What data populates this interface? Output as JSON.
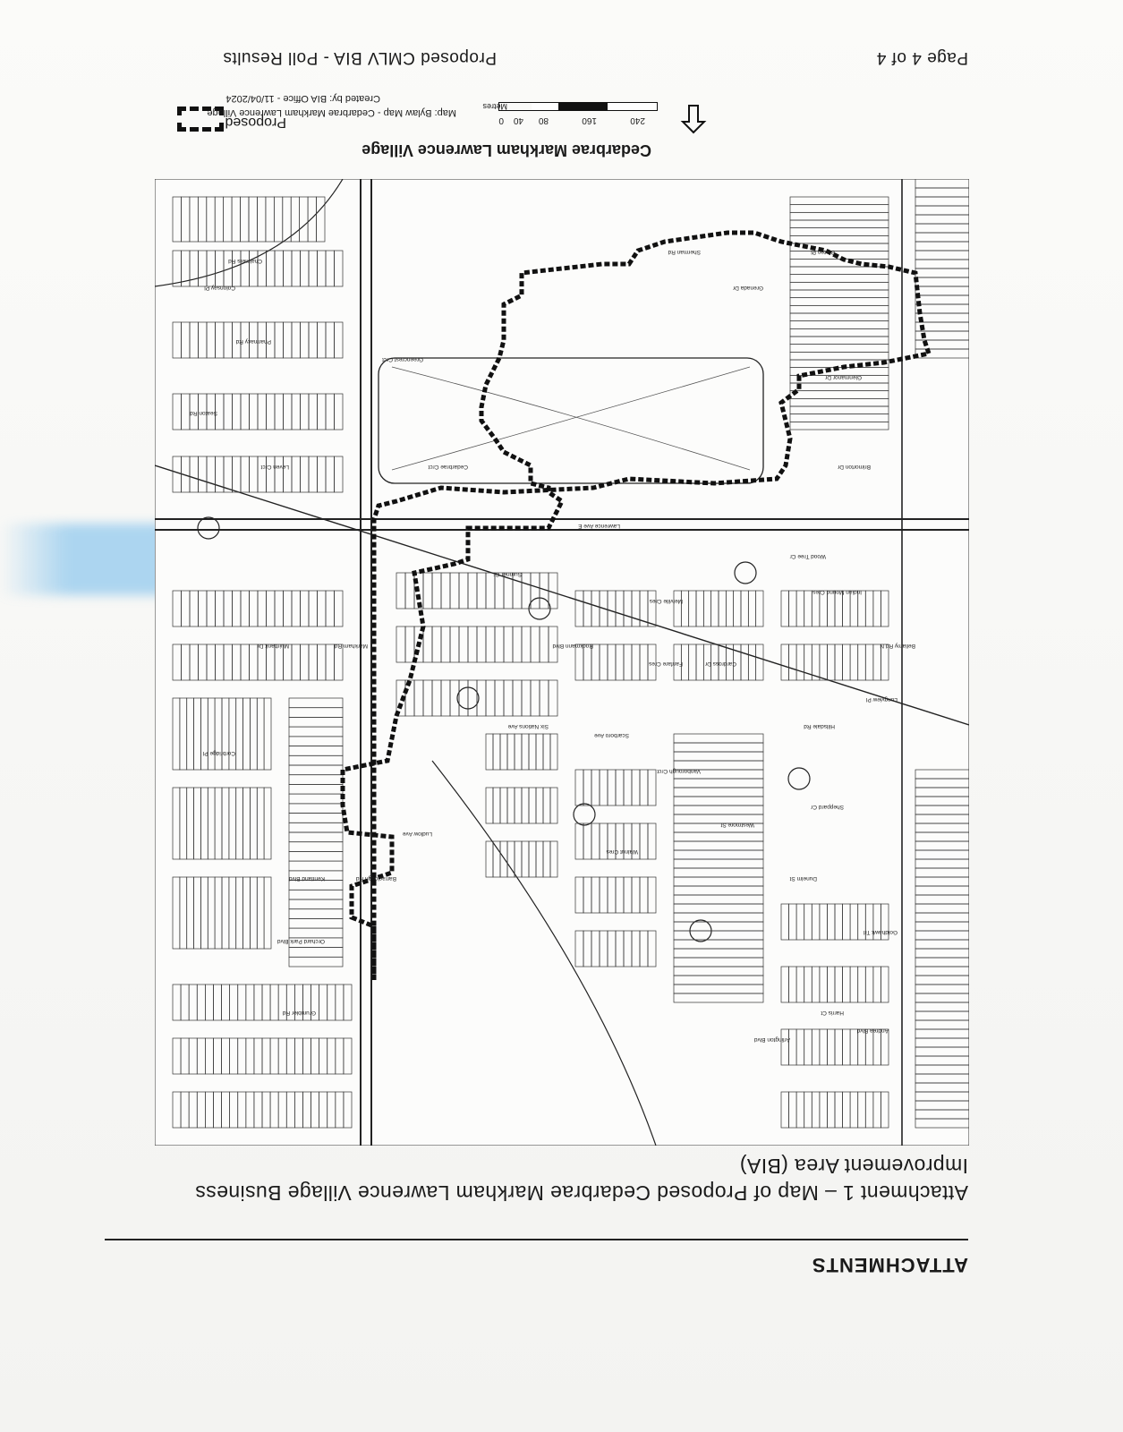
{
  "document": {
    "heading": "ATTACHMENTS",
    "caption_line1": "Attachment 1 – Map of Proposed Cedarbrae Markham Lawrence Village Business",
    "caption_line2": "Improvement Area (BIA)",
    "header_left": "Proposed CMLV BIA - Poll Results",
    "header_right": "Page 4 of 4"
  },
  "legend": {
    "title": "Cedarbrae Markham Lawrence Village",
    "swatch_label": "Proposed",
    "scale_ticks": [
      "0",
      "40",
      "80",
      "160",
      "240"
    ],
    "scale_unit": "Metres",
    "map_credit": "Map: Bylaw Map - Cedarbrae Markham Lawrence Village",
    "created_by": "Created by: BIA Office - 11/04/2024"
  },
  "map": {
    "boundary_color": "#111111",
    "streets": [
      "Lawrence Ave E",
      "Markham Rd",
      "Greencrest Crct",
      "Cedarbrae Crct",
      "Six Nations Ave",
      "Rockmann Blvd",
      "Sumner Cr",
      "Scarboro Ave",
      "Fanfare Cres",
      "Vanborough Crct",
      "Walnut Cres",
      "Sheppard Cr",
      "Hillsdale Rd",
      "Indian Mound Cres",
      "Longview Pl",
      "Bellamy Rd N",
      "Brimorton Dr",
      "Glenmanor Dr",
      "Muirbank Dr",
      "Corbridge Pl",
      "Kentland Blvd",
      "Grumbler Rd",
      "Orchard Park Blvd",
      "Goldhawk Trl",
      "Andrea Blvd",
      "Harris Ct",
      "Arlington Blvd",
      "Westmore St",
      "Cardross Dr",
      "Dunelm St",
      "Melville Cres",
      "Wood Tree Cr",
      "Grenada Dr",
      "Breton Pl",
      "Sherman Rd",
      "Pharmacy Rd",
      "Seaton Rd",
      "Leven Crct",
      "Chalmers Rd",
      "Colonsay Pl",
      "Barraclough Rd",
      "Ludlow Ave"
    ]
  }
}
